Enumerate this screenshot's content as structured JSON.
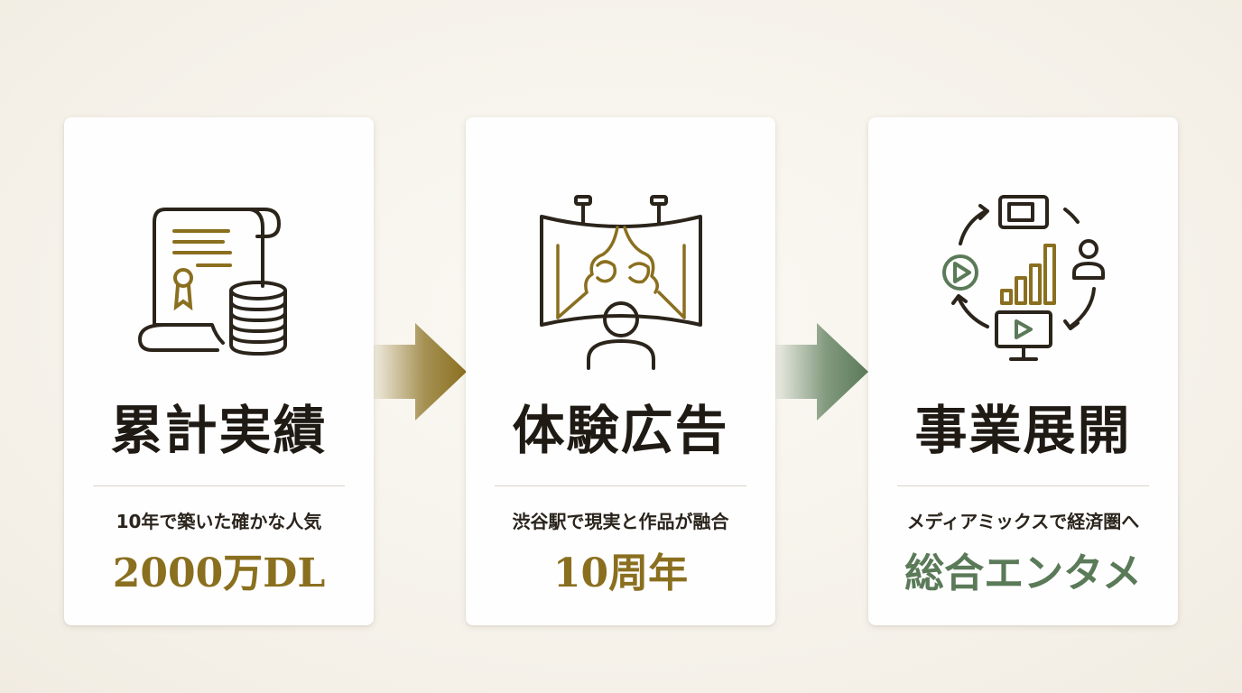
{
  "cards": [
    {
      "title": "累計実績",
      "subtitle": "10年で築いた確かな人気",
      "highlight": "2000万DL",
      "icon": "certificate-coins-icon"
    },
    {
      "title": "体験広告",
      "subtitle": "渋谷駅で現実と作品が融合",
      "highlight": "10周年",
      "icon": "station-billboard-icon"
    },
    {
      "title": "事業展開",
      "subtitle": "メディアミックスで経済圏へ",
      "highlight": "総合エンタメ",
      "icon": "media-cycle-icon"
    }
  ],
  "colors": {
    "gold": "#8a6f1f",
    "green": "#5a7a58",
    "dark": "#1f1a14",
    "background": "#f5f1e9"
  }
}
